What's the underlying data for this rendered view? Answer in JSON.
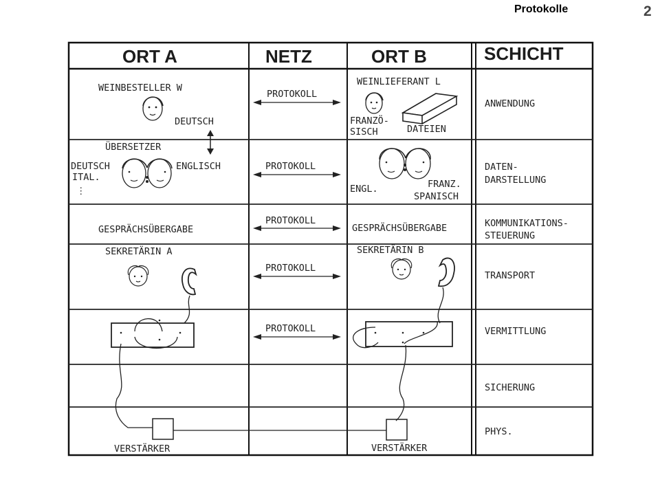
{
  "page": {
    "title": "Protokolle",
    "number": "2"
  },
  "headers": {
    "ort_a": "ORT A",
    "netz": "NETZ",
    "ort_b": "ORT B",
    "schicht": "SCHICHT"
  },
  "layers": [
    "ANWENDUNG",
    "DATEN-",
    "DARSTELLUNG",
    "KOMMUNIKATIONS-",
    "STEUERUNG",
    "TRANSPORT",
    "VERMITTLUNG",
    "SICHERUNG",
    "PHYS."
  ],
  "ort_a": {
    "weinbesteller": "WEINBESTELLER  W",
    "deutsch": "DEUTSCH",
    "uebersetzer": "ÜBERSETZER",
    "deutsch2": "DEUTSCH",
    "englisch": "ENGLISCH",
    "ital": "ITAL.",
    "dots": "⋮",
    "gespraech": "GESPRÄCHSÜBERGABE",
    "sekretaerin": "SEKRETÄRIN A",
    "verstaerker": "VERSTÄRKER"
  },
  "ort_b": {
    "weinlieferant": "WEINLIEFERANT L",
    "franzoe": "FRANZÖ-",
    "sisch": "SISCH",
    "dateien": "DATEIEN",
    "engl": "ENGL.",
    "franz": "FRANZ.",
    "spanisch": "SPANISCH",
    "gespraech": "GESPRÄCHSÜBERGABE",
    "sekretaerin": "SEKRETÄRIN B",
    "verstaerker": "VERSTÄRKER"
  },
  "netz": {
    "protokoll": [
      "PROTOKOLL",
      "PROTOKOLL",
      "PROTOKOLL",
      "PROTOKOLL",
      "PROTOKOLL"
    ]
  }
}
